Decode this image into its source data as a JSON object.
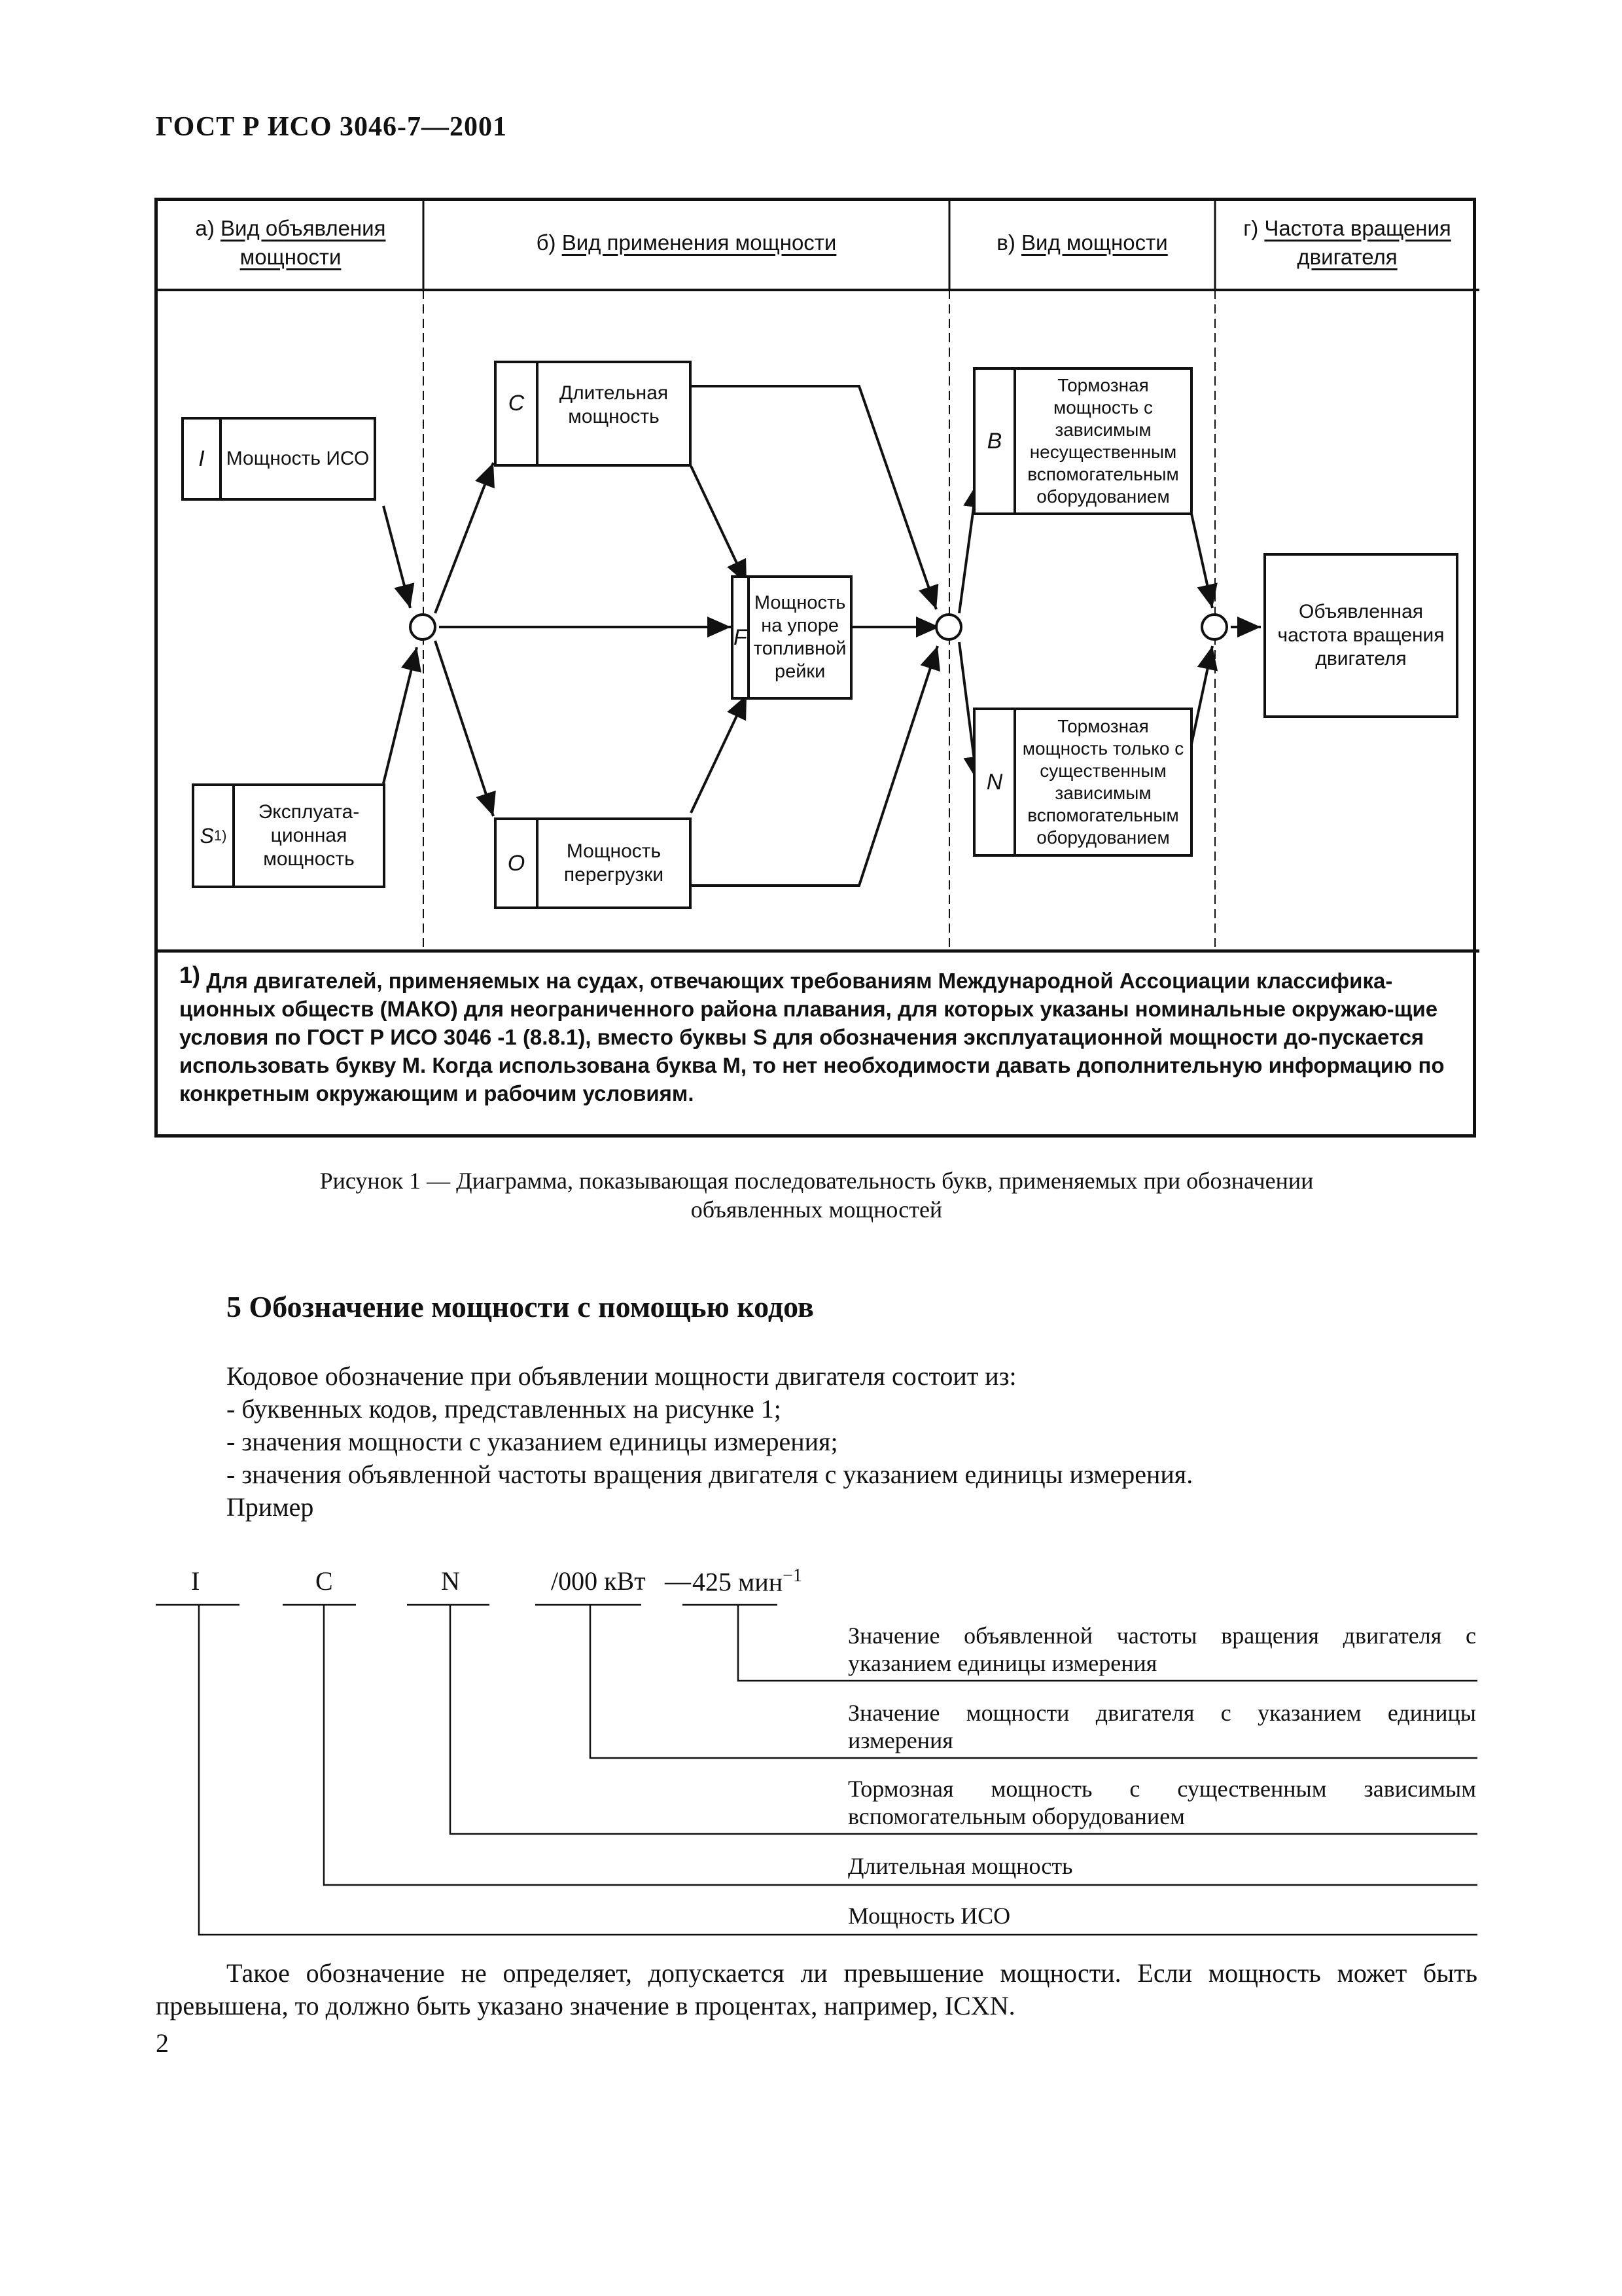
{
  "header": {
    "title": "ГОСТ Р ИСО 3046-7—2001"
  },
  "figure": {
    "columns": [
      {
        "prefix": "а) ",
        "title_line1": "Вид объявления",
        "title_line2": "мощности"
      },
      {
        "prefix": "б) ",
        "title_line1": "Вид применения мощности",
        "title_line2": ""
      },
      {
        "prefix": "в) ",
        "title_line1": "Вид мощности",
        "title_line2": ""
      },
      {
        "prefix": "г) ",
        "title_line1": "Частота вращения",
        "title_line2": "двигателя"
      }
    ],
    "boxes": {
      "I": {
        "letter": "I",
        "label": "Мощность ИСО"
      },
      "S": {
        "letter": "S",
        "letter_note": "1)",
        "label": "Эксплуата-ционная мощность"
      },
      "C": {
        "letter": "C",
        "label": "Длительная мощность"
      },
      "O": {
        "letter": "O",
        "label": "Мощность перегрузки"
      },
      "F": {
        "letter": "F",
        "label": "Мощность на упоре топливной рейки"
      },
      "B": {
        "letter": "B",
        "label": "Тормозная мощность с зависимым несущественным вспомогательным оборудованием"
      },
      "N": {
        "letter": "N",
        "label": "Тормозная мощность только с существенным зависимым вспомогательным оборудованием"
      },
      "R": {
        "label": "Объявленная частота вращения двигателя"
      }
    },
    "footnote": {
      "mark": "1)",
      "text": "Для двигателей, применяемых на судах, отвечающих требованиям Международной Ассоциации классифика-ционных обществ (МАКО) для неограниченного района плавания, для которых указаны номинальные окружаю-щие условия по ГОСТ Р ИСО 3046 -1 (8.8.1), вместо буквы S для обозначения эксплуатационной мощности до-пускается использовать букву M. Когда использована буква M, то нет необходимости давать дополнительную информацию по конкретным окружающим и рабочим условиям."
    },
    "caption_line1": "Рисунок 1 — Диаграмма, показывающая последовательность букв, применяемых при обозначении",
    "caption_line2": "объявленных мощностей"
  },
  "section": {
    "title": "5 Обозначение мощности с помощью кодов"
  },
  "intro": {
    "lead": "Кодовое обозначение при объявлении мощности двигателя состоит из:",
    "items": [
      "- буквенных кодов, представленных на рисунке 1;",
      "- значения мощности с указанием единицы измерения;",
      "- значения объявленной частоты вращения двигателя с указанием единицы измерения."
    ],
    "example_label": "Пример"
  },
  "example": {
    "codes": [
      "I",
      "C",
      "N",
      "/000 кВт",
      "—",
      "425 мин",
      "−1"
    ],
    "labels": [
      "Значение объявленной частоты вращения двигателя с указанием единицы измерения",
      "Значение мощности двигателя с указанием единицы измерения",
      "Тормозная мощность с существенным зависимым вспомогательным оборудованием",
      "Длительная мощность",
      "Мощность ИСО"
    ]
  },
  "outro": {
    "text": "Такое обозначение не определяет, допускается ли превышение мощности. Если мощность может быть превышена, то должно быть указано значение в процентах, например, ICXN."
  },
  "page_number": "2"
}
